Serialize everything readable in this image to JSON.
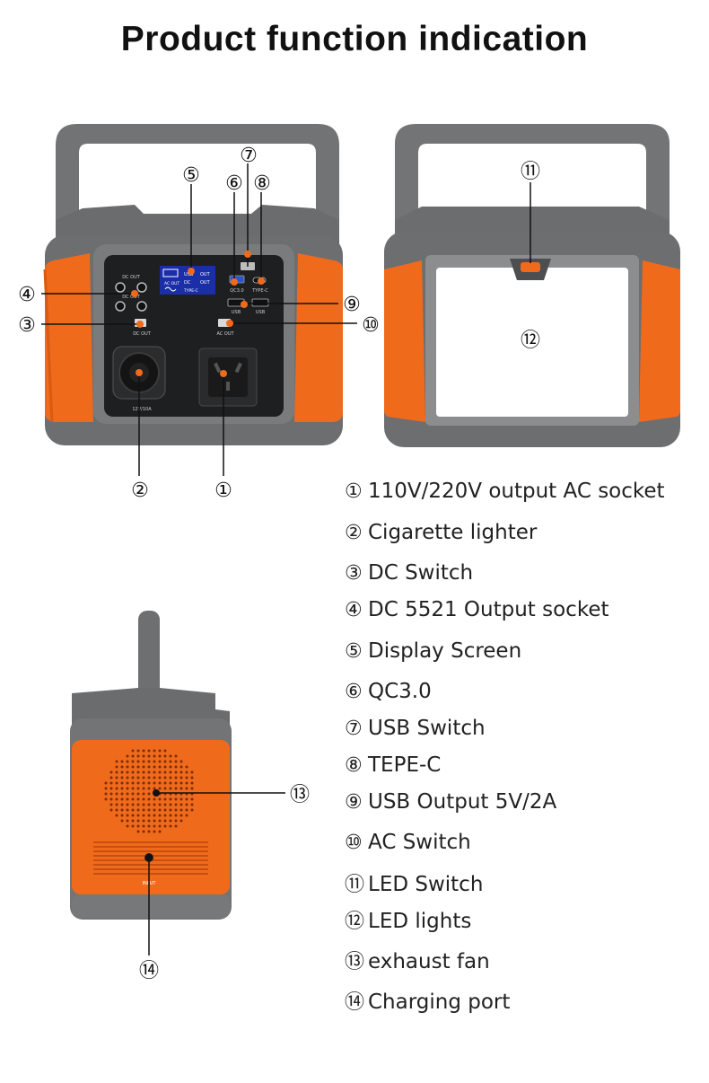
{
  "title": "Product function indication",
  "device_labels": {
    "dc_out_top": "DC OUT",
    "dc_out_mid": "DC OUT",
    "dc_out_small": "DC OUT",
    "screen_usb": "USB",
    "screen_out1": "OUT",
    "screen_ac_out": "AC OUT",
    "screen_dc": "DC",
    "screen_out2": "OUT",
    "screen_type_c": "TYPE-C",
    "qc": "QC3.0",
    "type_c": "TYPE-C",
    "usb1": "USB",
    "usb2": "USB",
    "ac_out": "AC OUT",
    "lighter": "12V/10A",
    "input": "INPUT"
  },
  "callouts": {
    "c1": "①",
    "c2": "②",
    "c3": "③",
    "c4": "④",
    "c5": "⑤",
    "c6": "⑥",
    "c7": "⑦",
    "c8": "⑧",
    "c9": "⑨",
    "c10": "⑩",
    "c11": "⑪",
    "c12": "⑫",
    "c13": "⑬",
    "c14": "⑭"
  },
  "legend": [
    {
      "num": "①",
      "text": "110V/220V output AC socket"
    },
    {
      "num": "②",
      "text": "Cigarette lighter"
    },
    {
      "num": "③",
      "text": "DC Switch"
    },
    {
      "num": "④",
      "text": "DC 5521 Output socket"
    },
    {
      "num": "⑤",
      "text": "Display Screen"
    },
    {
      "num": "⑥",
      "text": "QC3.0"
    },
    {
      "num": "⑦",
      "text": "USB Switch"
    },
    {
      "num": "⑧",
      "text": "TEPE-C"
    },
    {
      "num": "⑨",
      "text": "USB Output 5V/2A"
    },
    {
      "num": "⑩",
      "text": "AC Switch"
    },
    {
      "num": "⑪",
      "text": "LED Switch"
    },
    {
      "num": "⑫",
      "text": "LED lights"
    },
    {
      "num": "⑬",
      "text": "exhaust fan"
    },
    {
      "num": "⑭",
      "text": "Charging port"
    }
  ],
  "colors": {
    "orange": "#f06a1c",
    "body_gray": "#6d6e70",
    "dark_gray": "#4f5052",
    "panel": "#1e1f21",
    "screen_blue": "#1a2ea8"
  }
}
